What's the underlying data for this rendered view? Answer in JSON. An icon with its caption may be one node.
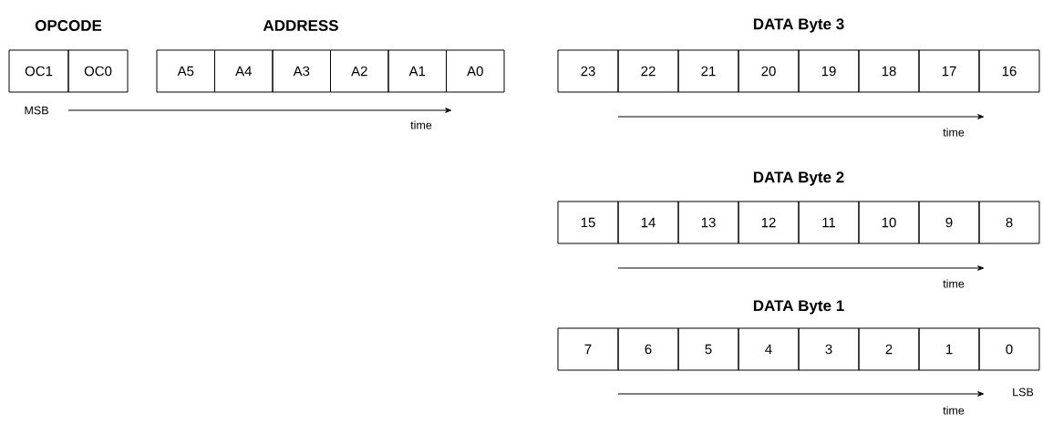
{
  "diagram": {
    "nodes": [
      {
        "text": [
          "OC1"
        ]
      },
      {
        "text": [
          "OC0"
        ]
      },
      {
        "text": [
          "A5"
        ]
      },
      {
        "text": [
          "A4"
        ]
      },
      {
        "text": [
          "A3"
        ]
      },
      {
        "text": [
          "A2"
        ]
      },
      {
        "text": [
          "A1"
        ]
      },
      {
        "text": [
          "A0"
        ]
      },
      {
        "text": [
          "23"
        ]
      },
      {
        "text": [
          "22"
        ]
      },
      {
        "text": [
          "21"
        ]
      },
      {
        "text": [
          "20"
        ]
      },
      {
        "text": [
          "19"
        ]
      },
      {
        "text": [
          "18"
        ]
      },
      {
        "text": [
          "17"
        ]
      },
      {
        "text": [
          "16"
        ]
      },
      {
        "text": [
          "15"
        ]
      },
      {
        "text": [
          "14"
        ]
      },
      {
        "text": [
          "13"
        ]
      },
      {
        "text": [
          "12"
        ]
      },
      {
        "text": [
          "11"
        ]
      },
      {
        "text": [
          "10"
        ]
      },
      {
        "text": [
          "9"
        ]
      },
      {
        "text": [
          "8"
        ]
      },
      {
        "text": [
          "7"
        ]
      },
      {
        "text": [
          "6"
        ]
      },
      {
        "text": [
          "5"
        ]
      },
      {
        "text": [
          "4"
        ]
      },
      {
        "text": [
          "3"
        ]
      },
      {
        "text": [
          "2"
        ]
      },
      {
        "text": [
          "1"
        ]
      },
      {
        "text": [
          "0"
        ]
      }
    ],
    "labels": [
      "OPCODE",
      "ADDRESS",
      "DATA Byte 3",
      "MSB",
      "time",
      "time",
      "DATA Byte 2",
      "time",
      "DATA Byte 1",
      "LSB",
      "time"
    ]
  }
}
